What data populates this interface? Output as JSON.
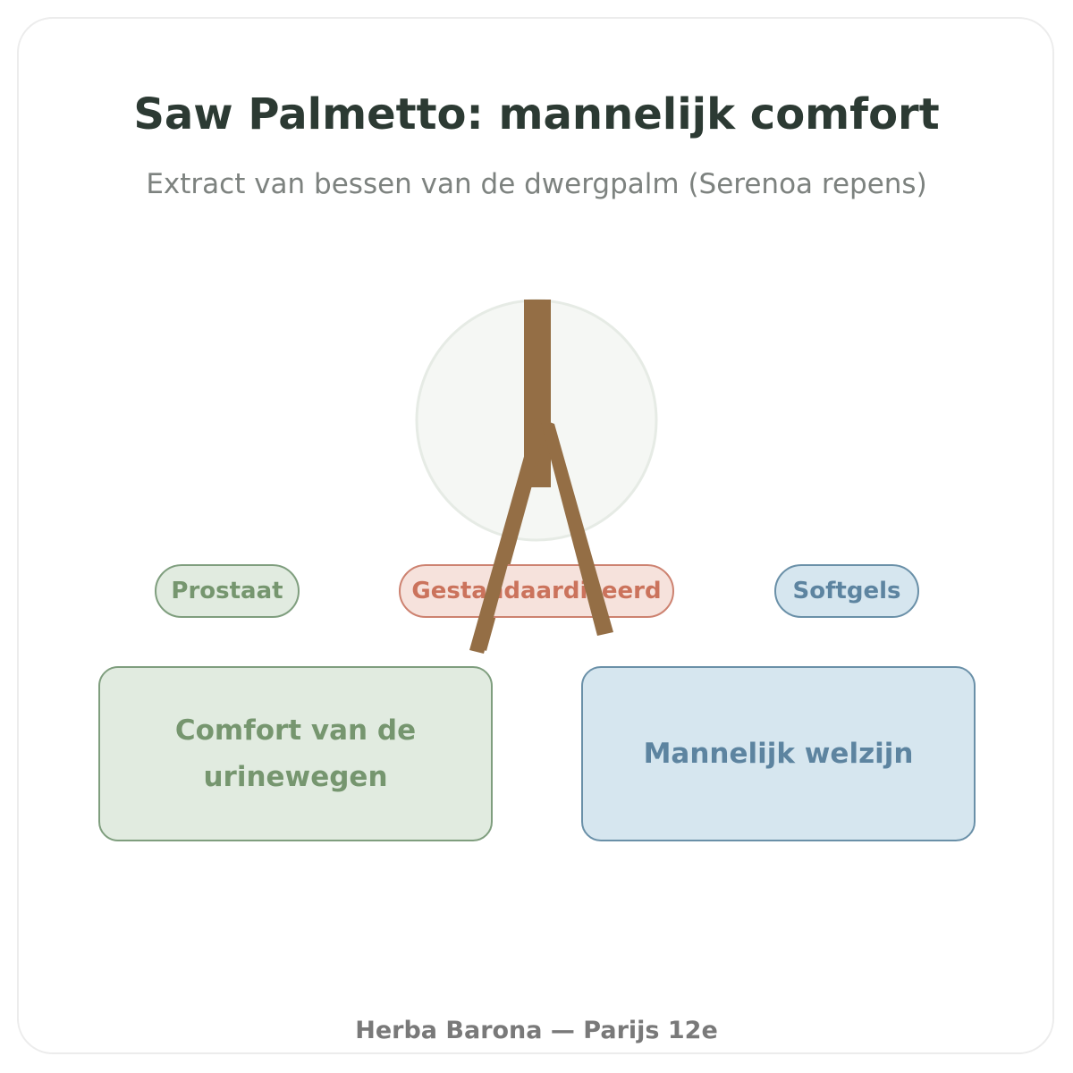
{
  "header": {
    "title": "Saw Palmetto: mannelijk comfort",
    "subtitle": "Extract van bessen van de dwergpalm (Serenoa repens)"
  },
  "tags": {
    "left": "Prostaat",
    "center": "Gestandaardiseerd",
    "right": "Softgels"
  },
  "benefits": {
    "left": "Comfort van de urinewegen",
    "right": "Mannelijk welzijn"
  },
  "footer": {
    "text": "Herba Barona — Parijs 12e"
  },
  "colors": {
    "green_fill": "#e1ebe0",
    "green_accent": "#76966f",
    "red_fill": "#f6e2dc",
    "red_accent": "#cb735c",
    "blue_fill": "#d6e6ef",
    "blue_accent": "#5d84a0",
    "trunk_brown": "#946e45",
    "title_dark": "#2c3a33"
  },
  "icons": {
    "emblem": "palm-trunk-icon"
  }
}
